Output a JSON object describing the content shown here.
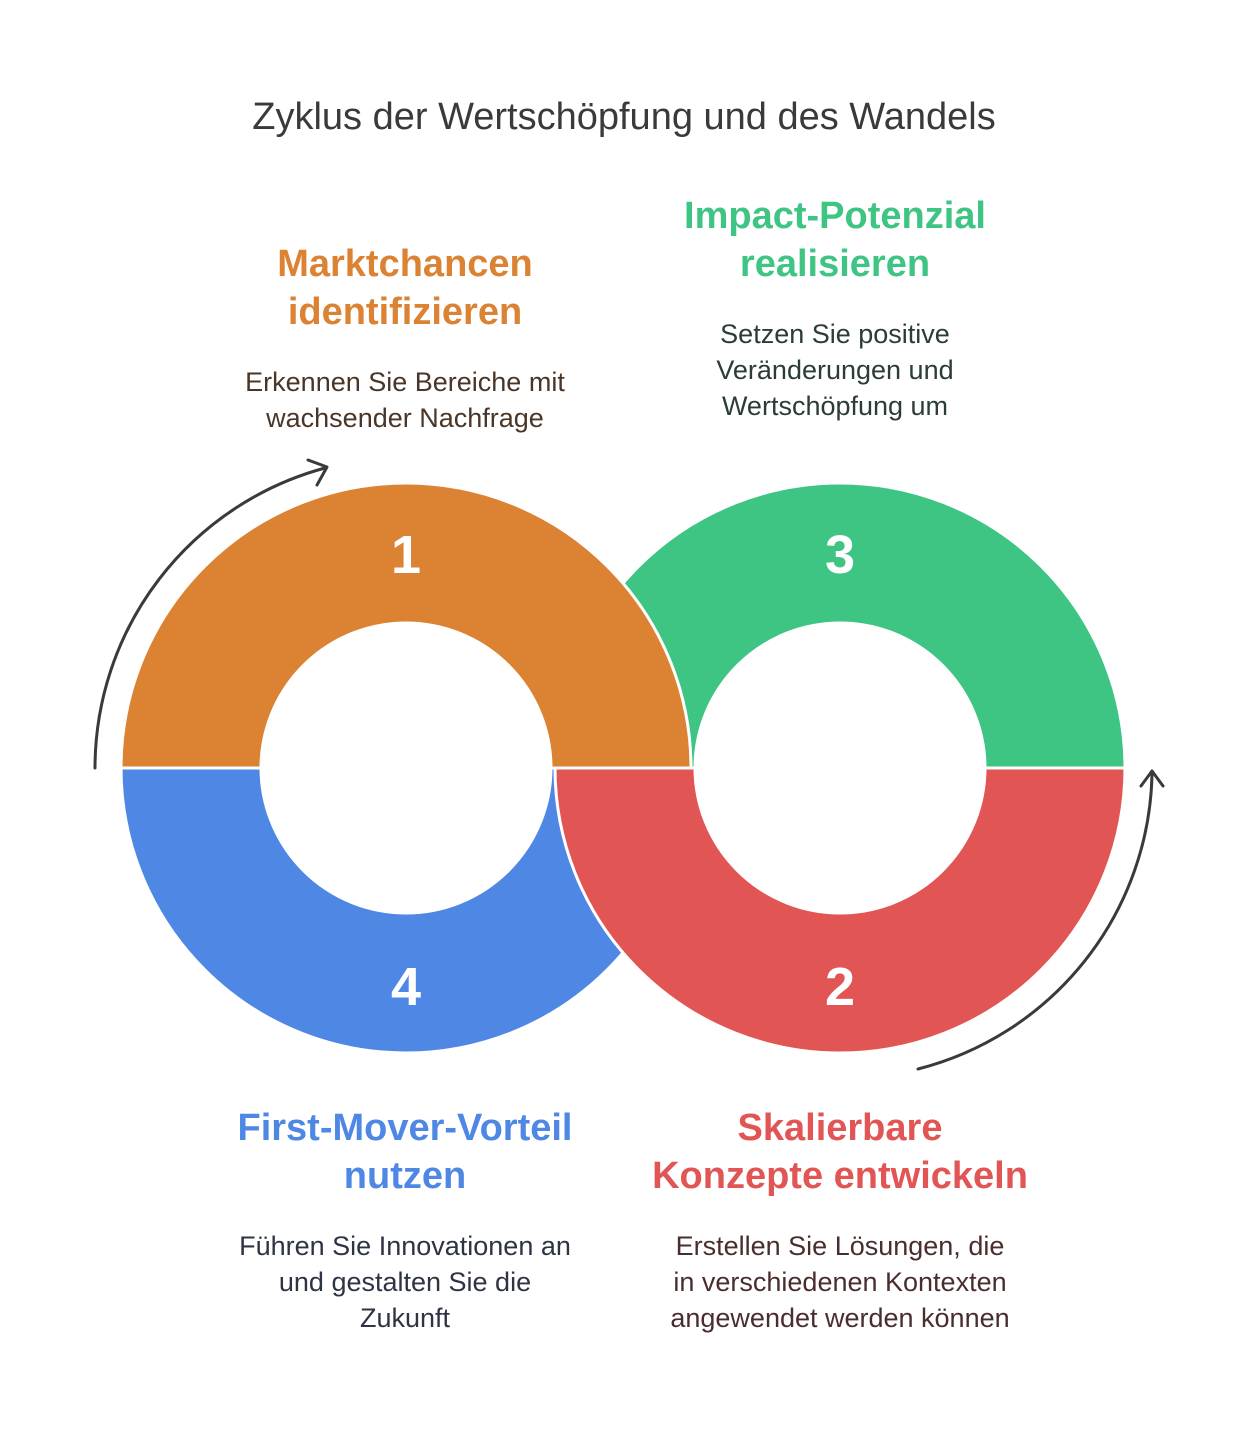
{
  "title": "Zyklus der Wertschöpfung und des Wandels",
  "colors": {
    "orange": "#db8233",
    "green": "#3ec584",
    "red": "#e15554",
    "blue": "#4f87e5",
    "arrow": "#3a3a3a"
  },
  "steps": [
    {
      "number": "1",
      "heading": "Marktchancen\nidentifizieren",
      "description": "Erkennen Sie Bereiche mit\nwachsender Nachfrage"
    },
    {
      "number": "2",
      "heading": "Skalierbare\nKonzepte entwickeln",
      "description": "Erstellen Sie Lösungen, die\nin verschiedenen Kontexten\nangewendet werden können"
    },
    {
      "number": "3",
      "heading": "Impact-Potenzial\nrealisieren",
      "description": "Setzen Sie positive\nVeränderungen und\nWertschöpfung um"
    },
    {
      "number": "4",
      "heading": "First-Mover-Vorteil\nnutzen",
      "description": "Führen Sie Innovationen an\nund gestalten Sie die\nZukunft"
    }
  ]
}
